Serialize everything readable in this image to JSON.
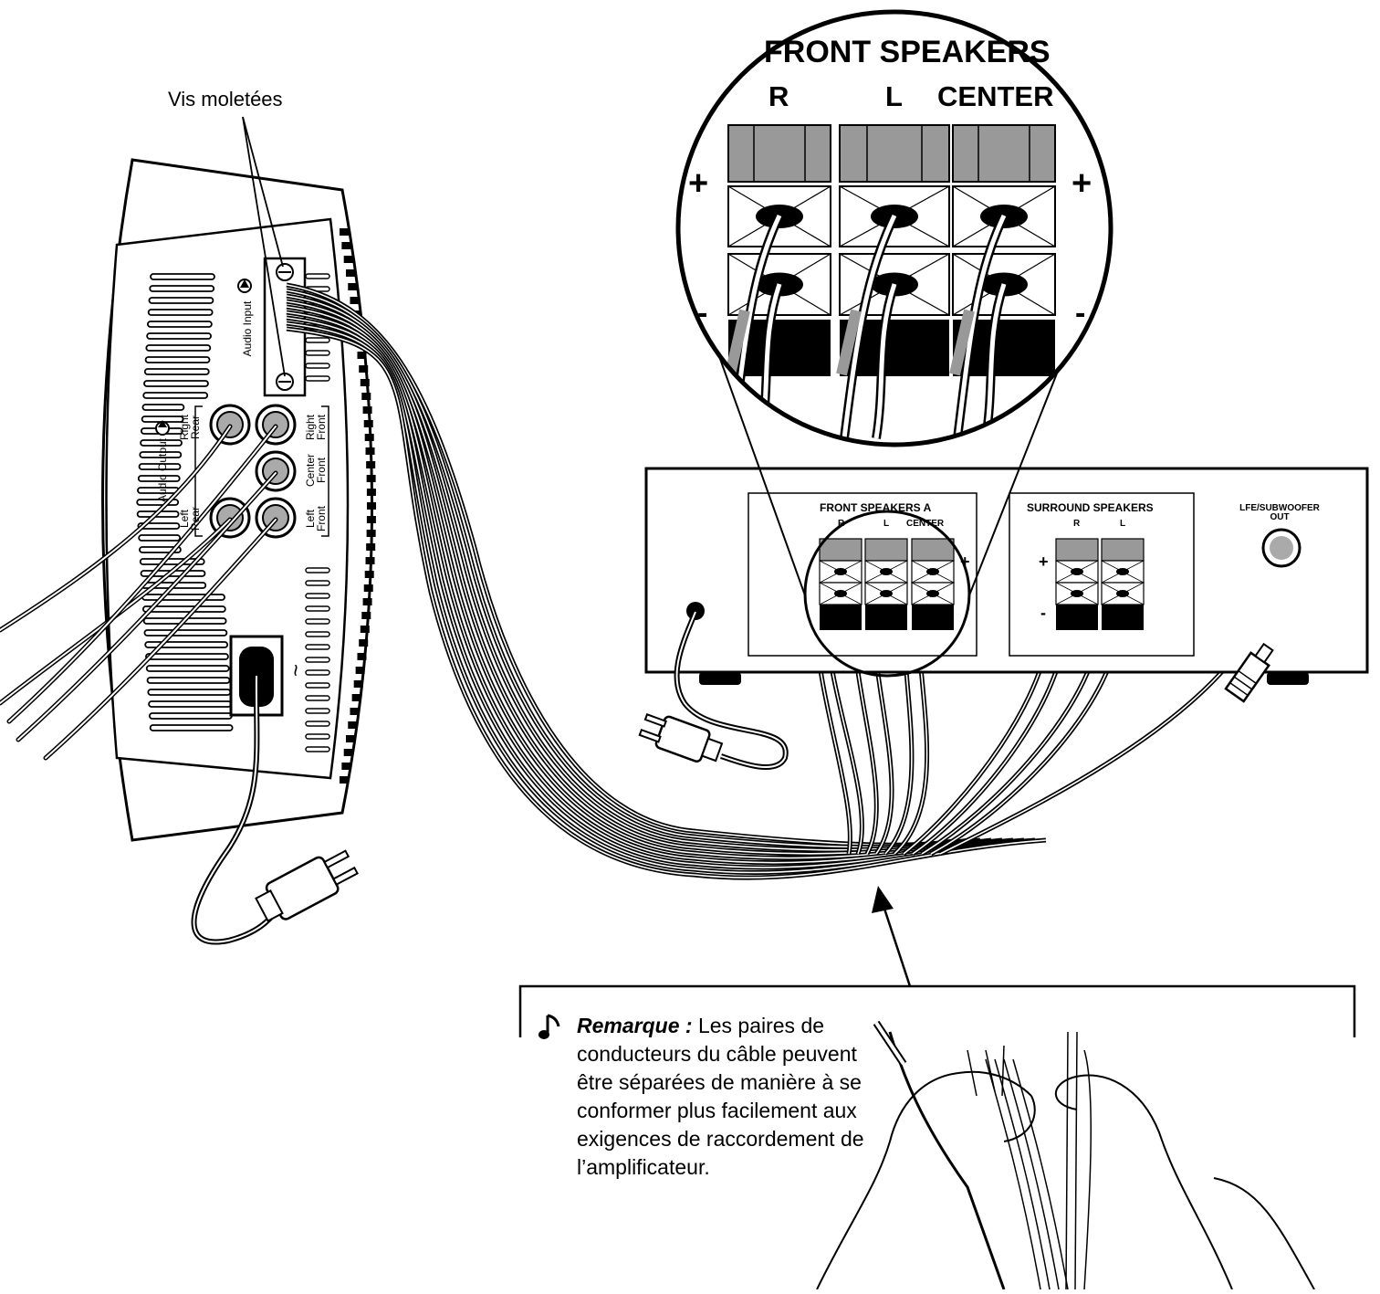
{
  "callout": {
    "thumbscrews": "Vis moletées"
  },
  "module": {
    "audio_input": "Audio Input",
    "audio_output": "Audio Output",
    "jacks": {
      "right_rear": [
        "Right",
        "Rear"
      ],
      "left_rear": [
        "Left",
        "Rear"
      ],
      "right_front": [
        "Right",
        "Front"
      ],
      "center_front": [
        "Center",
        "Front"
      ],
      "left_front": [
        "Left",
        "Front"
      ]
    },
    "ac_symbol": "~"
  },
  "zoom": {
    "title": "FRONT SPEAKERS",
    "r": "R",
    "l": "L",
    "center": "CENTER",
    "plus": "+",
    "minus": "-"
  },
  "amplifier": {
    "front": {
      "title": "FRONT SPEAKERS A",
      "r": "R",
      "l": "L",
      "center": "CENTER"
    },
    "surround": {
      "title": "SURROUND SPEAKERS",
      "r": "R",
      "l": "L"
    },
    "lfe": {
      "line1": "LFE/SUBWOOFER",
      "line2": "OUT"
    },
    "plus": "+",
    "minus": "-"
  },
  "note": {
    "icon": "music-note-icon",
    "title": "Remarque :",
    "body": "Les paires de conducteurs du câble peuvent être séparées de manière à se conformer plus facilement aux exigences de raccordement de l’amplificateur."
  }
}
